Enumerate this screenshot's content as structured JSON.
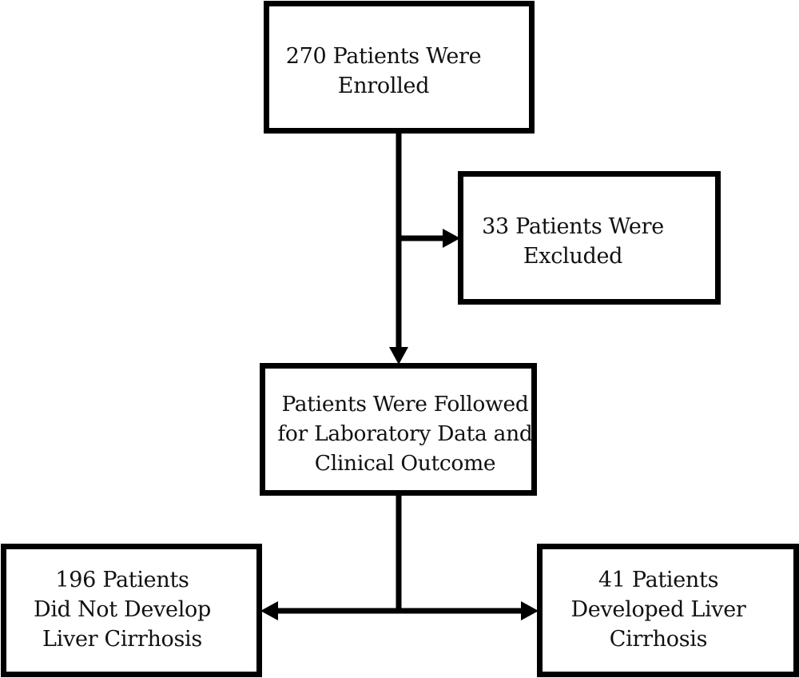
{
  "flowchart": {
    "enrolled": "270 Patients Were\nEnrolled",
    "excluded": "33 Patients Were\nExcluded",
    "followed": "Patients Were Followed\nfor Laboratory Data and\nClinical Outcome",
    "no_cirrhosis": "196 Patients\nDid Not Develop\nLiver Cirrhosis",
    "cirrhosis": "41 Patients\nDeveloped Liver\nCirrhosis"
  },
  "colors": {
    "stroke": "#000000",
    "background": "#ffffff",
    "text": "#111111"
  }
}
